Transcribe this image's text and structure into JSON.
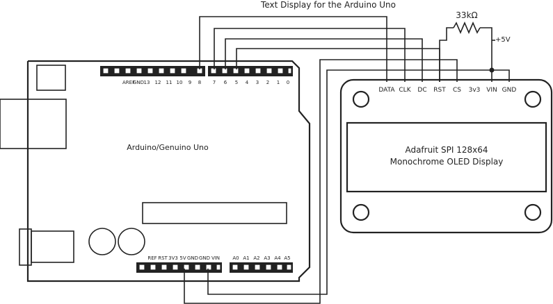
{
  "title": "Text Display for the Arduino Uno",
  "arduino": {
    "label": "Arduino/Genuino Uno",
    "digital_pins": [
      "AREF",
      "GND",
      "13",
      "12",
      "11",
      "10",
      "9",
      "8",
      "7",
      "6",
      "5",
      "4",
      "3",
      "2",
      "1",
      "0"
    ],
    "power_pins": [
      "REF",
      "RST",
      "3V3",
      "5V",
      "GND",
      "GND",
      "VIN"
    ],
    "analog_pins": [
      "A0",
      "A1",
      "A2",
      "A3",
      "A4",
      "A5"
    ]
  },
  "oled": {
    "label_line1": "Adafruit SPI 128x64",
    "label_line2": "Monochrome OLED Display",
    "pins": [
      "DATA",
      "CLK",
      "DC",
      "RST",
      "CS",
      "3v3",
      "VIN",
      "GND"
    ]
  },
  "resistor": {
    "value": "33kΩ"
  },
  "supply": {
    "label": "+5V"
  }
}
